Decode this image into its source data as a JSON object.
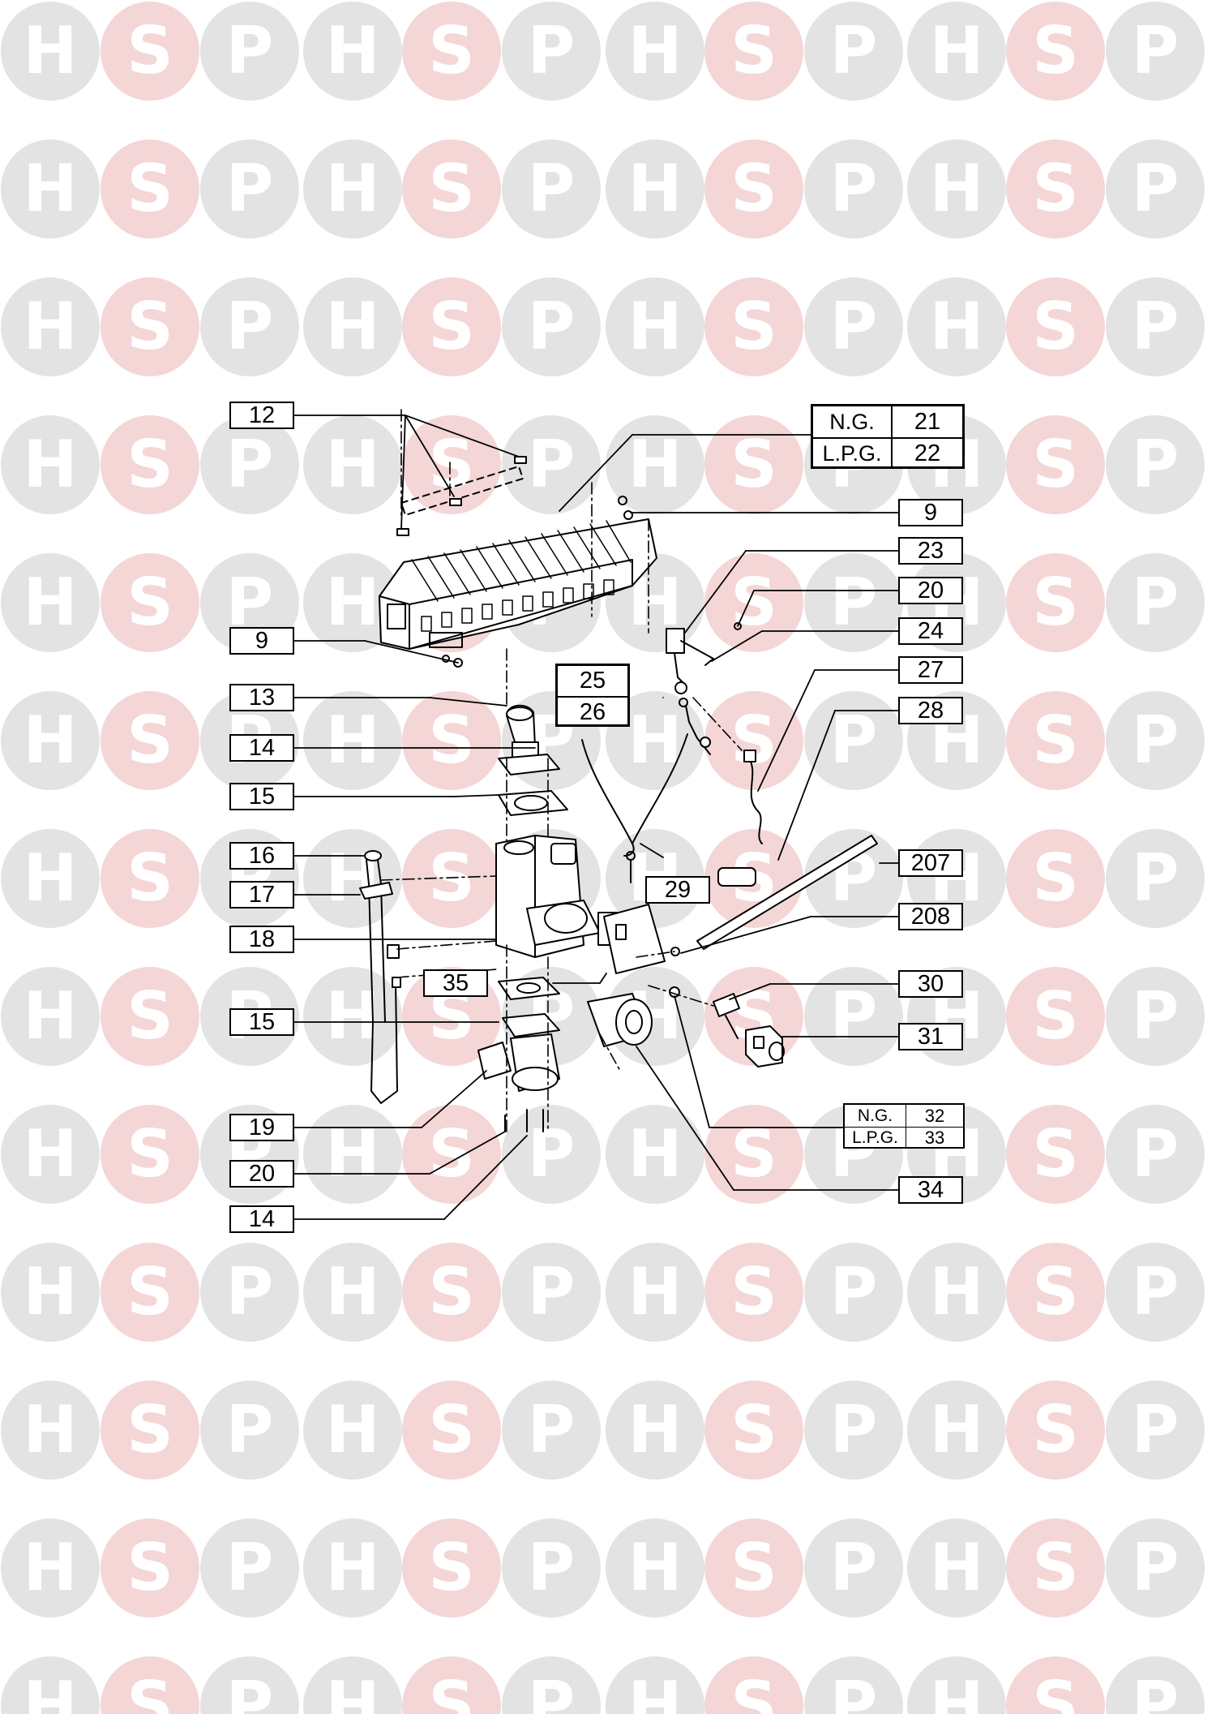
{
  "watermark": {
    "letters": [
      "H",
      "S",
      "P"
    ],
    "colors": {
      "h": "#e3e3e3",
      "s": "#f4d6d6",
      "p": "#e3e3e3",
      "glyph": "#ffffff"
    }
  },
  "callouts": [
    {
      "id": "12",
      "text": "12"
    },
    {
      "id": "9a",
      "text": "9"
    },
    {
      "id": "23",
      "text": "23"
    },
    {
      "id": "20a",
      "text": "20"
    },
    {
      "id": "24",
      "text": "24"
    },
    {
      "id": "27",
      "text": "27"
    },
    {
      "id": "28",
      "text": "28"
    },
    {
      "id": "9b",
      "text": "9"
    },
    {
      "id": "13",
      "text": "13"
    },
    {
      "id": "14a",
      "text": "14"
    },
    {
      "id": "15a",
      "text": "15"
    },
    {
      "id": "16",
      "text": "16"
    },
    {
      "id": "17",
      "text": "17"
    },
    {
      "id": "18",
      "text": "18"
    },
    {
      "id": "35",
      "text": "35"
    },
    {
      "id": "15b",
      "text": "15"
    },
    {
      "id": "19",
      "text": "19"
    },
    {
      "id": "20b",
      "text": "20"
    },
    {
      "id": "14b",
      "text": "14"
    },
    {
      "id": "29",
      "text": "29"
    },
    {
      "id": "207",
      "text": "207"
    },
    {
      "id": "208",
      "text": "208"
    },
    {
      "id": "30",
      "text": "30"
    },
    {
      "id": "31",
      "text": "31"
    },
    {
      "id": "34",
      "text": "34"
    }
  ],
  "stack_25_26": {
    "top": "25",
    "bottom": "26"
  },
  "table_21_22": {
    "rows": [
      {
        "gas": "N.G.",
        "part": "21"
      },
      {
        "gas": "L.P.G.",
        "part": "22"
      }
    ]
  },
  "table_32_33": {
    "rows": [
      {
        "gas": "N.G.",
        "part": "32"
      },
      {
        "gas": "L.P.G.",
        "part": "33"
      }
    ]
  }
}
